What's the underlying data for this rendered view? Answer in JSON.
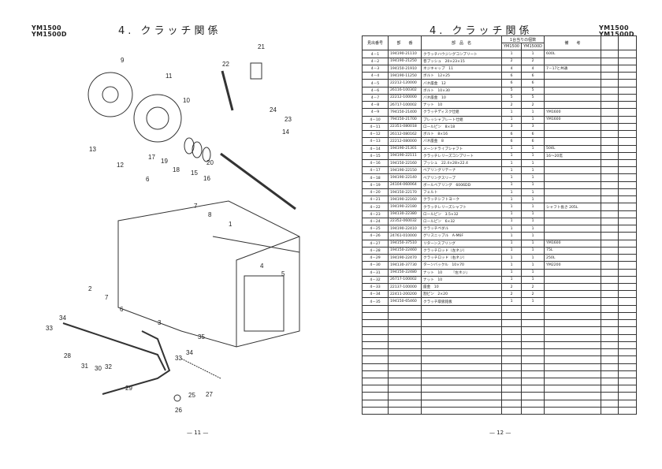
{
  "models": {
    "line1": "YM1500",
    "line2": "YM1500D"
  },
  "section_title": "4. クラッチ関係",
  "left_page": {
    "page_number": "— 11 —"
  },
  "right_page": {
    "page_number": "— 12 —"
  },
  "diagram": {
    "callouts": [
      "9",
      "11",
      "10",
      "22",
      "21",
      "24",
      "23",
      "14",
      "13",
      "12",
      "17",
      "19",
      "18",
      "15",
      "20",
      "16",
      "6",
      "7",
      "8",
      "1",
      "2",
      "4",
      "5",
      "7",
      "6",
      "3",
      "34",
      "33",
      "28",
      "31",
      "30",
      "32",
      "29",
      "33",
      "34",
      "35",
      "25",
      "27",
      "26"
    ]
  },
  "table": {
    "headers": {
      "ref": "見出番号",
      "part_no": "部　　番",
      "name": "部　品　名",
      "qty_group": "1台当りの個数",
      "ym1500": "YM1500",
      "ym1500d": "YM1500D",
      "remarks": "備　　考"
    },
    "rows": [
      [
        "4－1",
        "194190-21110",
        "クラッチハウジングコンプリート",
        "1",
        "1",
        "600L"
      ],
      [
        "4－2",
        "194190-21250",
        "巻ブッシュ　20×23×15",
        "2",
        "2",
        ""
      ],
      [
        "4－3",
        "194150-21910",
        "ネジキャップ　11",
        "4",
        "4",
        "7－17と共通"
      ],
      [
        "4－4",
        "194190-11250",
        "ボルト　12×25",
        "6",
        "6",
        ""
      ],
      [
        "4－5",
        "22212-120000",
        "バネ座金　12",
        "6",
        "6",
        ""
      ],
      [
        "4－6",
        "26116-100302",
        "ボルト　10×30",
        "5",
        "5",
        ""
      ],
      [
        "4－7",
        "22212-100000",
        "バネ座金　10",
        "5",
        "5",
        ""
      ],
      [
        "4－8",
        "26717-100002",
        "ナット　10",
        "2",
        "2",
        ""
      ],
      [
        "4－9",
        "794150-21400",
        "クラッチディスク仕組",
        "1",
        "1",
        "YM1600"
      ],
      [
        "4－10",
        "794150-21700",
        "プレッシャプレート仕組",
        "1",
        "1",
        "YM1600"
      ],
      [
        "4－11",
        "22351-080018",
        "ロールピン　8×18",
        "3",
        "3",
        ""
      ],
      [
        "4－12",
        "26112-080162",
        "ボルト　8×16",
        "6",
        "6",
        ""
      ],
      [
        "4－13",
        "22212-080000",
        "バネ座金　8",
        "6",
        "6",
        ""
      ],
      [
        "4－14",
        "194190-21301",
        "メーンドライブシャフト",
        "1",
        "1",
        "504L"
      ],
      [
        "4－15",
        "194190-22111",
        "クラッチレリーズコンプリート",
        "1",
        "1",
        "16～20迄"
      ],
      [
        "4－16",
        "194150-22160",
        "ブッシュ　22.4×28×22.4",
        "1",
        "1",
        ""
      ],
      [
        "4－17",
        "194190-22150",
        "ベアリングリテーナ",
        "1",
        "1",
        ""
      ],
      [
        "4－18",
        "194190-22140",
        "ベアリングスリーブ",
        "1",
        "1",
        ""
      ],
      [
        "4－19",
        "24104-060064",
        "ボールベアリング　6006DD",
        "1",
        "1",
        ""
      ],
      [
        "4－20",
        "194150-22170",
        "フェルト",
        "1",
        "1",
        ""
      ],
      [
        "4－21",
        "194190-22160",
        "クラッチシフトヨーク",
        "1",
        "1",
        ""
      ],
      [
        "4－22",
        "194190-22180",
        "クラッチレリーズシャフト",
        "1",
        "1",
        "シャフト長さ 205L"
      ],
      [
        "4－23",
        "194130-22380",
        "ロールピン　3.5×32",
        "1",
        "1",
        ""
      ],
      [
        "4－24",
        "22352-060032",
        "ロールピン　6×32",
        "1",
        "1",
        ""
      ],
      [
        "4－25",
        "194190-22410",
        "クラッチペダル",
        "1",
        "1",
        ""
      ],
      [
        "4－26",
        "24761-010000",
        "グリスニップル　A-M6F",
        "1",
        "1",
        ""
      ],
      [
        "4－27",
        "194150-37510",
        "リターンスプリング",
        "1",
        "1",
        "YM1600"
      ],
      [
        "4－28",
        "194150-22460",
        "クラッチロッド（左ネジ）",
        "1",
        "1",
        "75L"
      ],
      [
        "4－29",
        "194190-22470",
        "クラッチロッド（右ネジ）",
        "1",
        "1",
        "250L"
      ],
      [
        "4－30",
        "194130-37730",
        "ターンバックル　10×70",
        "1",
        "1",
        "YM2200"
      ],
      [
        "4－31",
        "194150-22480",
        "ナット　10　　　『左ネジ』",
        "1",
        "1",
        ""
      ],
      [
        "4－32",
        "26717-100002",
        "ナット　10",
        "1",
        "1",
        ""
      ],
      [
        "4－33",
        "22137-100000",
        "座金　10",
        "2",
        "2",
        ""
      ],
      [
        "4－34",
        "22411-200200",
        "割ピン　2×20",
        "2",
        "2",
        ""
      ],
      [
        "4－35",
        "194150-65460",
        "クラッチ取扱銘板",
        "1",
        "1",
        ""
      ]
    ]
  }
}
